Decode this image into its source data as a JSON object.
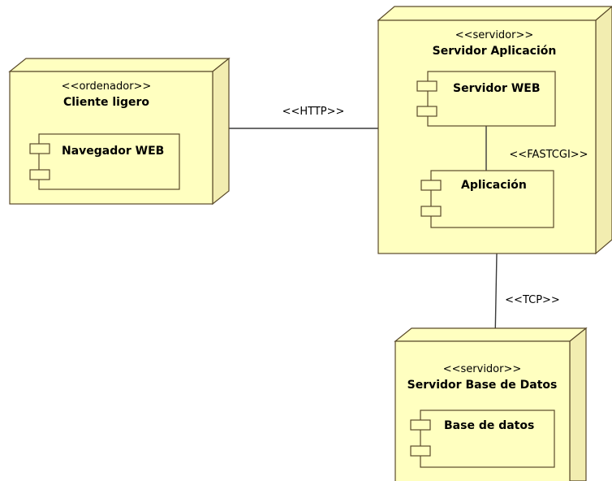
{
  "colors": {
    "node_fill": "#FFFFC0",
    "node_side": "#F2EDB0",
    "node_stroke": "#5A4A2A",
    "line": "#3A3A3A"
  },
  "nodes": {
    "cliente": {
      "stereotype": "<<ordenador>>",
      "name": "Cliente ligero",
      "component": "Navegador WEB"
    },
    "app_server": {
      "stereotype": "<<servidor>>",
      "name": "Servidor Aplicación",
      "components": [
        "Servidor WEB",
        "Aplicación"
      ]
    },
    "db_server": {
      "stereotype": "<<servidor>>",
      "name": "Servidor Base de Datos",
      "component": "Base de datos"
    }
  },
  "connections": {
    "http": "<<HTTP>>",
    "fastcgi": "<<FASTCGI>>",
    "tcp": "<<TCP>>"
  }
}
